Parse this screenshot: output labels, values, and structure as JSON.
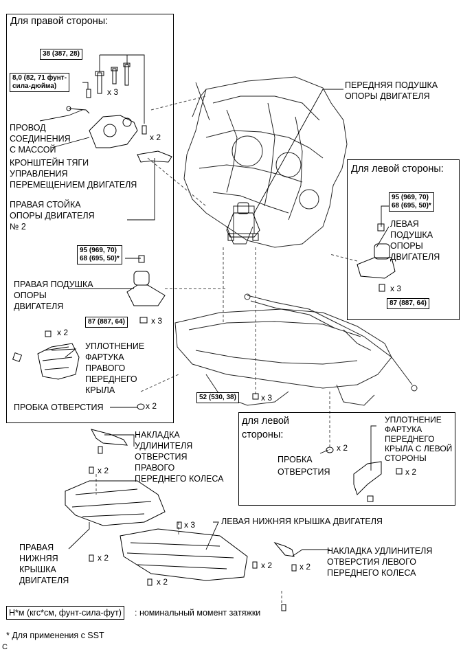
{
  "right_side": {
    "title": "Для правой стороны:",
    "torque_38": "38 (387, 28)",
    "torque_8": "8,0 (82, 71 фунт-\nсила-дюйма)",
    "ground_wire": "ПРОВОД\nСОЕДИНЕНИЯ\nС МАССОЙ",
    "bracket": "КРОНШТЕЙН ТЯГИ\nУПРАВЛЕНИЯ\nПЕРЕМЕЩЕНИЕМ ДВИГАТЕЛЯ",
    "stay": "ПРАВАЯ СТОЙКА\nОПОРЫ ДВИГАТЕЛЯ\n№ 2",
    "torque_95": "95 (969, 70)\n68 (695, 50)*",
    "mount": "ПРАВАЯ ПОДУШКА\nОПОРЫ\nДВИГАТЕЛЯ",
    "torque_87": "87 (887, 64)",
    "seal": "УПЛОТНЕНИЕ\nФАРТУКА\nПРАВОГО\nПЕРЕДНЕГО\nКРЫЛА",
    "plug": "ПРОБКА ОТВЕРСТИЯ",
    "qty_x3_top": "x 3",
    "qty_x2_top": "x 2",
    "qty_x3_mount": "x 3",
    "qty_x2_seal": "x 2",
    "qty_x2_plug": "x 2"
  },
  "front_mount": "ПЕРЕДНЯЯ ПОДУШКА\nОПОРЫ ДВИГАТЕЛЯ",
  "left_side": {
    "title": "Для левой стороны:",
    "torque_95": "95 (969, 70)\n68 (695, 50)*",
    "mount": "ЛЕВАЯ\nПОДУШКА\nОПОРЫ\nДВИГАТЕЛЯ",
    "qty_x3": "x 3",
    "torque_87": "87 (887, 64)"
  },
  "center": {
    "torque_52": "52 (530, 38)",
    "qty_x3": "x 3"
  },
  "left_side_lower": {
    "title": "для левой\nстороны:",
    "seal": "УПЛОТНЕНИЕ\nФАРТУКА\nПЕРЕДНЕГО\nКРЫЛА С ЛЕВОЙ\nСТОРОНЫ",
    "plug": "ПРОБКА\nОТВЕРСТИЯ",
    "qty_x2_plug": "x 2",
    "qty_x2_seal": "x 2"
  },
  "lower": {
    "right_wheel_cover": "НАКЛАДКА\nУДЛИНИТЕЛЯ\nОТВЕРСТИЯ\nПРАВОГО\nПЕРЕДНЕГО КОЛЕСА",
    "qty_x2_rw": "x 2",
    "right_under_cover": "ПРАВАЯ\nНИЖНЯЯ\nКРЫШКА\nДВИГАТЕЛЯ",
    "qty_x2_ruc": "x 2",
    "qty_x3_mid": "x 3",
    "left_under_cover": "ЛЕВАЯ НИЖНЯЯ КРЫШКА ДВИГАТЕЛЯ",
    "qty_x2_luc1": "x 2",
    "qty_x2_luc2": "x 2",
    "left_wheel_cover": "НАКЛАДКА УДЛИНИТЕЛЯ\nОТВЕРСТИЯ ЛЕВОГО\nПЕРЕДНЕГО КОЛЕСА",
    "qty_x2_lw": "x 2"
  },
  "legend": {
    "unit_box": "Н*м (кгс*см, фунт-сила-фут)",
    "unit_text": ": номинальный момент затяжки",
    "note": "* Для применения с SST",
    "corner": "C"
  }
}
